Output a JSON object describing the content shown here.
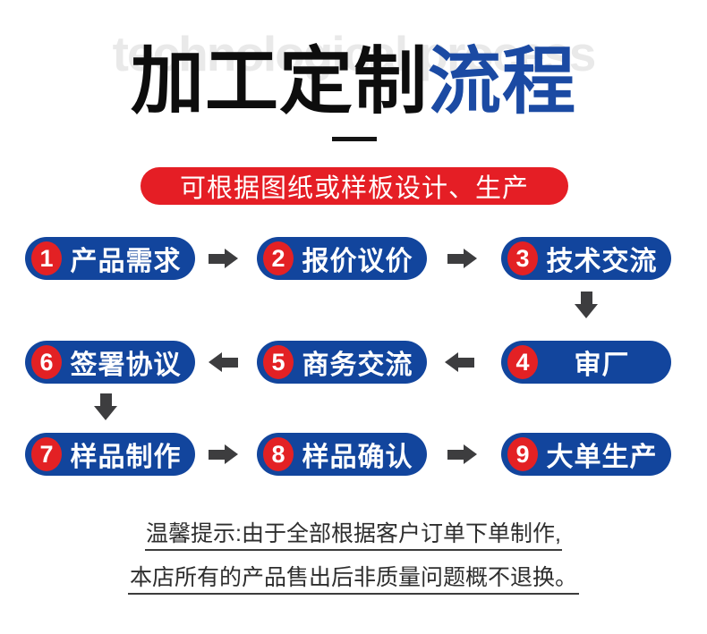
{
  "watermark": "technological process",
  "title": {
    "black_part": "加工定制",
    "blue_part": "流程"
  },
  "banner": {
    "text": "可根据图纸或样板设计、生产"
  },
  "steps": [
    {
      "num": "1",
      "label": "产品需求"
    },
    {
      "num": "2",
      "label": "报价议价"
    },
    {
      "num": "3",
      "label": "技术交流"
    },
    {
      "num": "4",
      "label": "审厂"
    },
    {
      "num": "5",
      "label": "商务交流"
    },
    {
      "num": "6",
      "label": "签署协议"
    },
    {
      "num": "7",
      "label": "样品制作"
    },
    {
      "num": "8",
      "label": "样品确认"
    },
    {
      "num": "9",
      "label": "大单生产"
    }
  ],
  "notice": {
    "line1": "温馨提示:由于全部根据客户订单下单制作,",
    "line2": "本店所有的产品售出后非质量问题概不退换。"
  },
  "colors": {
    "pill_blue": "#12459d",
    "title_blue": "#1b4aa3",
    "badge_red": "#e32124",
    "banner_red": "#e51e25",
    "arrow_gray": "#3d3d3f",
    "watermark_gray": "#e9e9e9"
  }
}
